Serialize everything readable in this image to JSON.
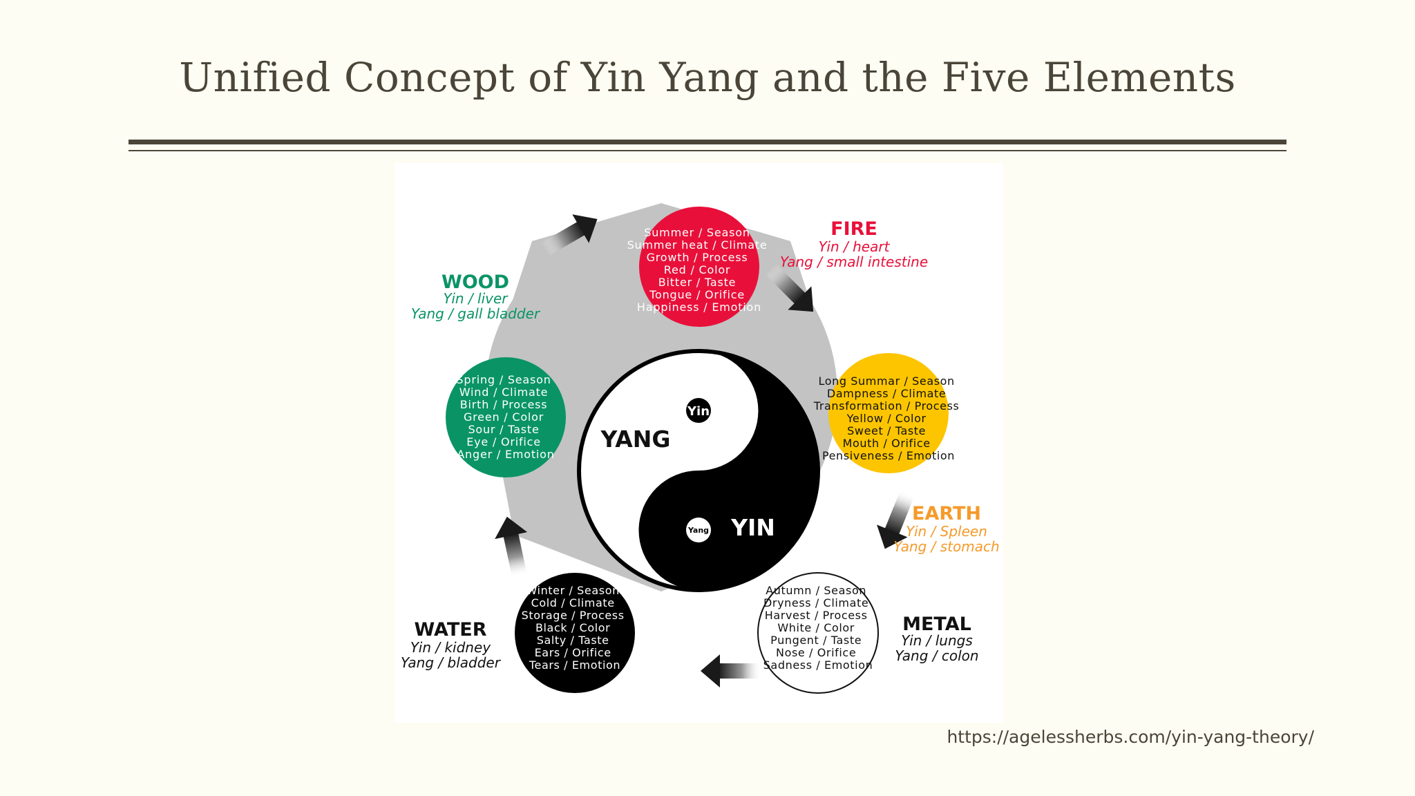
{
  "page": {
    "title": "Unified Concept of Yin Yang and the Five Elements",
    "source": "https://agelessherbs.com/yin-yang-theory/"
  },
  "center": {
    "yang": "YANG",
    "yin": "YIN",
    "dot_yin": "Yin",
    "dot_yang": "Yang"
  },
  "elements": {
    "fire": {
      "name": "FIRE",
      "yin": "Yin / heart",
      "yang": "Yang / small intestine",
      "color": "#e8103a",
      "label_color": "#e8103a",
      "lines": [
        "Summer / Season",
        "Summer heat / Climate",
        "Growth / Process",
        "Red / Color",
        "Bitter / Taste",
        "Tongue / Orifice",
        "Happiness / Emotion"
      ]
    },
    "earth": {
      "name": "EARTH",
      "yin": "Yin / Spleen",
      "yang": "Yang  / stomach",
      "color": "#fcc500",
      "label_color": "#f59a2a",
      "lines": [
        "Long Summar / Season",
        "Dampness / Climate",
        "Transformation / Process",
        "Yellow / Color",
        "Sweet / Taste",
        "Mouth / Orifice",
        "Pensiveness / Emotion"
      ]
    },
    "metal": {
      "name": "METAL",
      "yin": "Yin / lungs",
      "yang": "Yang  / colon",
      "color": "#ffffff",
      "label_color": "#111111",
      "lines": [
        "Autumn / Season",
        "Dryness / Climate",
        "Harvest / Process",
        "White / Color",
        "Pungent  / Taste",
        "Nose / Orifice",
        "Sadness / Emotion"
      ]
    },
    "water": {
      "name": "WATER",
      "yin": "Yin / kidney",
      "yang": "Yang  / bladder",
      "color": "#000000",
      "label_color": "#111111",
      "lines": [
        "Winter / Season",
        "Cold / Climate",
        "Storage / Process",
        "Black / Color",
        "Salty / Taste",
        "Ears / Orifice",
        "Tears / Emotion"
      ]
    },
    "wood": {
      "name": "WOOD",
      "yin": "Yin / liver",
      "yang": "Yang  / gall bladder",
      "color": "#0a9465",
      "label_color": "#0a9465",
      "lines": [
        "Spring / Season",
        "Wind / Climate",
        "Birth / Process",
        "Green / Color",
        "Sour / Taste",
        "Eye / Orifice",
        "Anger / Emotion"
      ]
    }
  }
}
